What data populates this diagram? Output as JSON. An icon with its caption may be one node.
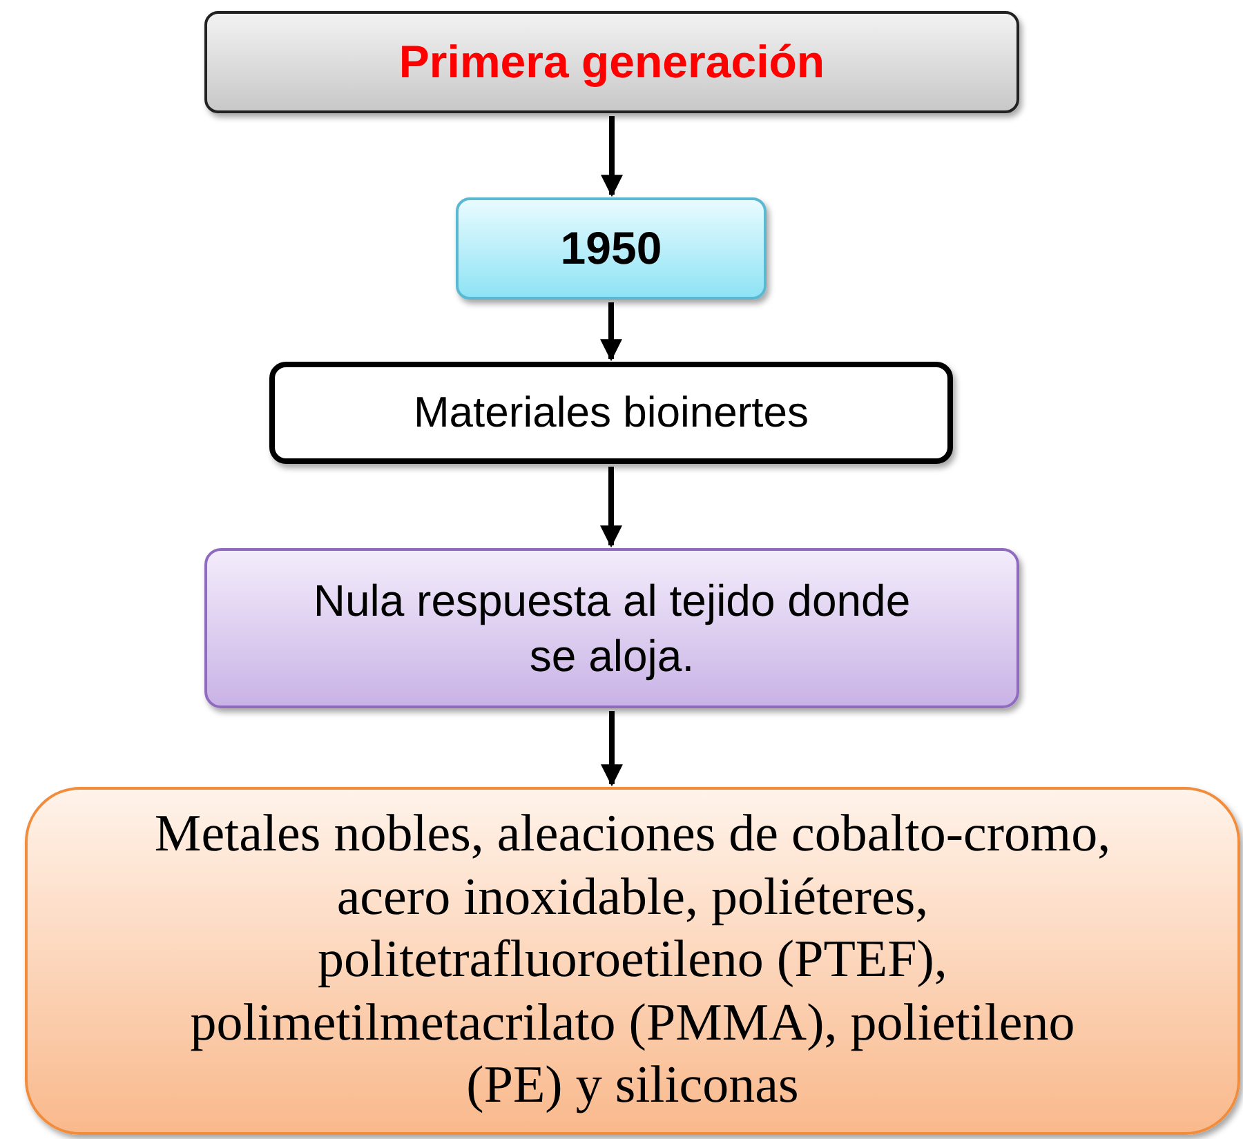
{
  "diagram": {
    "nodes": [
      {
        "text": [
          "Primera generación"
        ]
      },
      {
        "text": [
          "1950"
        ]
      },
      {
        "text": [
          "Materiales bioinertes"
        ]
      },
      {
        "text": [
          "Nula respuesta al tejido donde se aloja."
        ]
      },
      {
        "text": [
          "Metales nobles, aleaciones de cobalto-cromo, acero inoxidable, poliéteres, politetrafluoroetileno (PTEF), polimetilmetacrilato (PMMA), polietileno (PE) y siliconas"
        ]
      }
    ],
    "edges": [
      {
        "from": 0,
        "to": 1,
        "arrow": "to"
      },
      {
        "from": 1,
        "to": 2,
        "arrow": "to"
      },
      {
        "from": 2,
        "to": 3,
        "arrow": "to"
      },
      {
        "from": 3,
        "to": 4,
        "arrow": "to"
      }
    ]
  }
}
